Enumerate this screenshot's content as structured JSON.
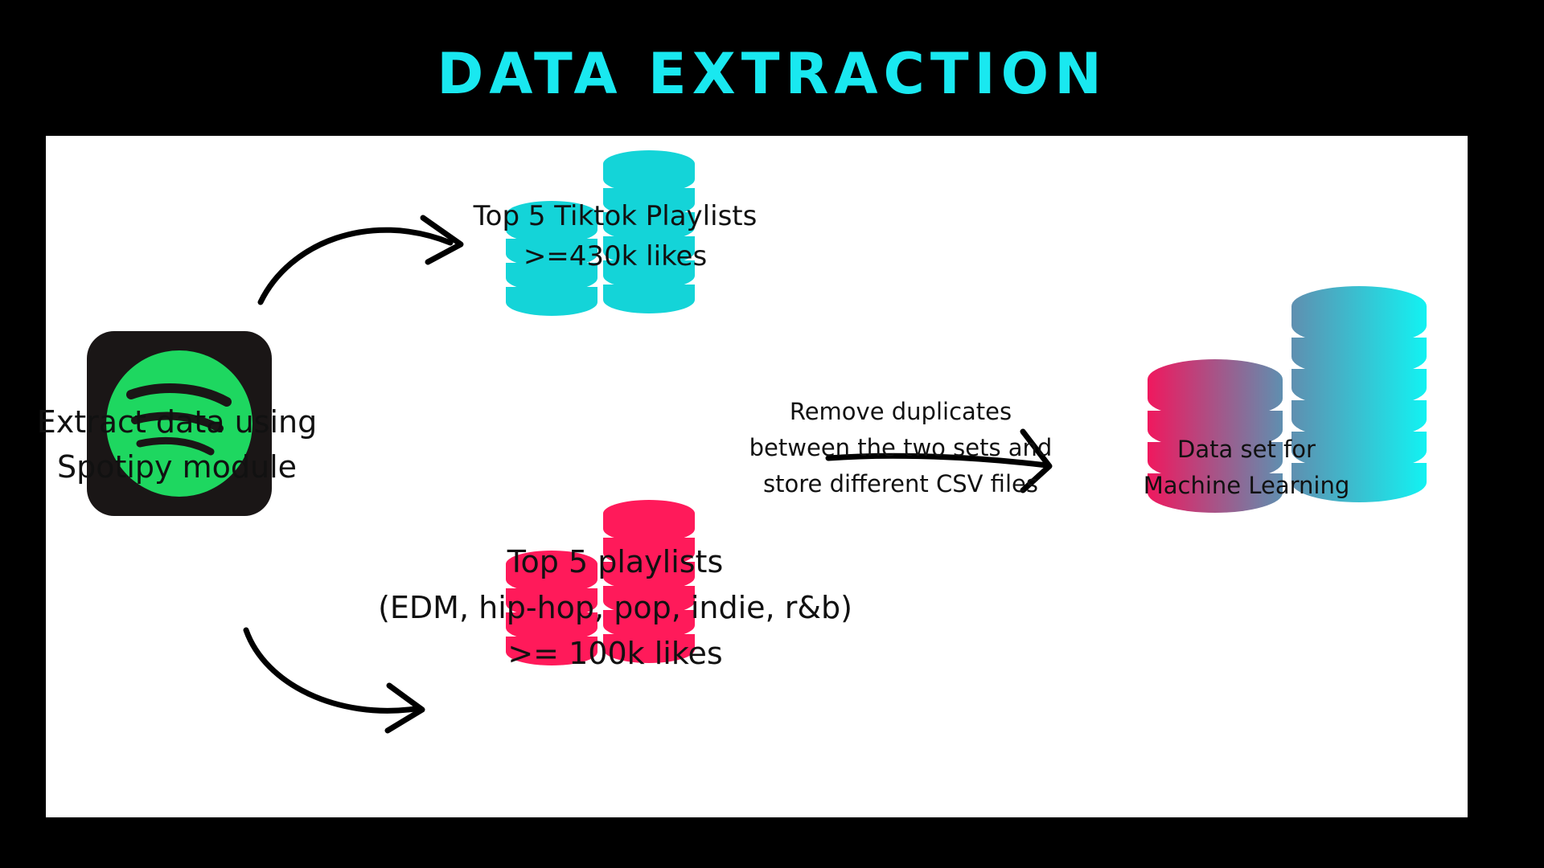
{
  "title": "DATA EXTRACTION",
  "colors": {
    "background": "#000000",
    "panel": "#ffffff",
    "title": "#19e8f0",
    "spotify_green": "#1ed760",
    "spotify_tile": "#1a1616",
    "tiktok_db": "#14d4d8",
    "playlist_db": "#ff1a5a",
    "result_db_left_start": "#f0185e",
    "result_db_left_end": "#5f8fb0",
    "result_db_right_start": "#5f8fb0",
    "result_db_right_end": "#12f2f2",
    "arrow": "#000000"
  },
  "icons": {
    "spotify": "spotify-logo-icon",
    "database": "database-stack-icon"
  },
  "nodes": {
    "spotify": {
      "lines": [
        "Extract data using",
        "Spotipy module"
      ]
    },
    "tiktok": {
      "lines": [
        "Top 5 Tiktok Playlists",
        ">=430k likes"
      ]
    },
    "genres": {
      "lines": [
        "Top 5 playlists",
        "(EDM, hip-hop, pop, indie, r&b)",
        ">= 100k likes"
      ]
    },
    "process": {
      "lines": [
        "Remove duplicates",
        "between the two sets and",
        "store different CSV files"
      ]
    },
    "dataset": {
      "lines": [
        "Data set for",
        "Machine Learning"
      ]
    }
  }
}
